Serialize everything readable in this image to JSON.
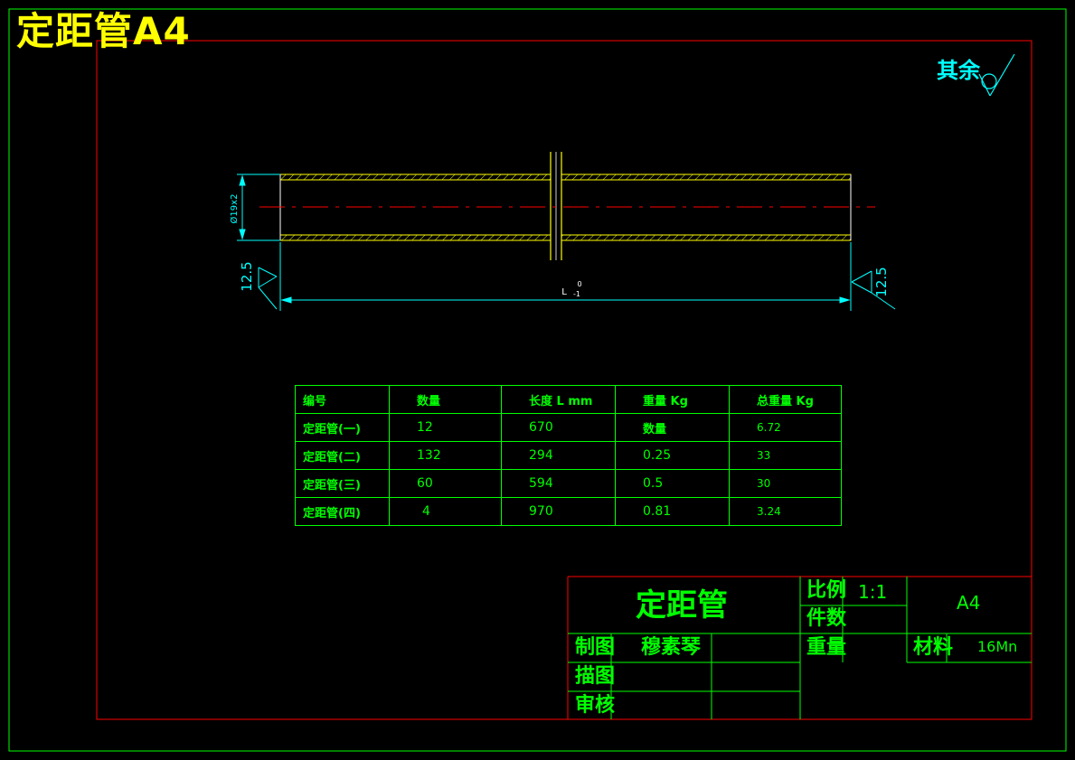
{
  "drawing_title": "定距管A4",
  "roughness_note": "其余",
  "dimensions": {
    "diameter": "Ø19x2",
    "roughness_left": "12.5",
    "roughness_right": "12.5",
    "length_label": "L",
    "tol_upper": "0",
    "tol_lower": "-1"
  },
  "parts_table": {
    "headers": [
      "编号",
      "数量",
      "长度 L mm",
      "重量 Kg",
      "总重量 Kg"
    ],
    "rows": [
      [
        "定距管(一)",
        "12",
        "670",
        "数量",
        "6.72"
      ],
      [
        "定距管(二)",
        "132",
        "294",
        "0.25",
        "33"
      ],
      [
        "定距管(三)",
        "60",
        "594",
        "0.5",
        "30"
      ],
      [
        "定距管(四)",
        "4",
        "970",
        "0.81",
        "3.24"
      ]
    ]
  },
  "title_block": {
    "part_name": "定距管",
    "scale_label": "比例",
    "scale_value": "1:1",
    "count_label": "件数",
    "sheet": "A4",
    "weight_label": "重量",
    "material_label": "材料",
    "material_value": "16Mn",
    "drawn_label": "制图",
    "drawn_by": "穆素琴",
    "traced_label": "描图",
    "checked_label": "审核"
  },
  "colors": {
    "outer_border": "#00ff00",
    "inner_frame": "#ff0000",
    "centerline": "#ff0000",
    "title": "#ffff00",
    "dimension": "#00ffff",
    "pipe": "#ffff00",
    "table": "#00ff00"
  }
}
